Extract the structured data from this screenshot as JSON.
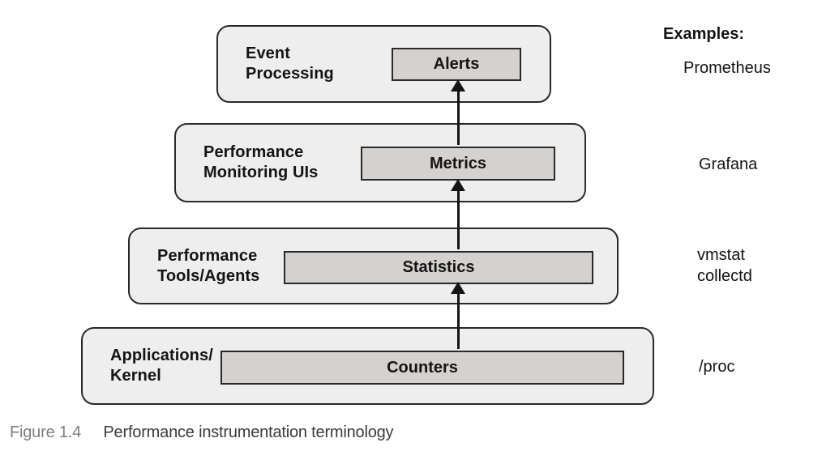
{
  "diagram": {
    "examples_header": "Examples:",
    "layers": [
      {
        "label_lines": [
          "Event",
          "Processing"
        ],
        "box": "Alerts",
        "examples": [
          "Prometheus"
        ]
      },
      {
        "label_lines": [
          "Performance",
          "Monitoring UIs"
        ],
        "box": "Metrics",
        "examples": [
          "Grafana"
        ]
      },
      {
        "label_lines": [
          "Performance",
          "Tools/Agents"
        ],
        "box": "Statistics",
        "examples": [
          "vmstat",
          "collectd"
        ]
      },
      {
        "label_lines": [
          "Applications/",
          "Kernel"
        ],
        "box": "Counters",
        "examples": [
          "/proc"
        ]
      }
    ]
  },
  "caption": {
    "label": "Figure 1.4",
    "text": "Performance instrumentation terminology"
  },
  "colors": {
    "outer_fill": "#efeeee",
    "inner_fill": "#d3d2d1",
    "line": "#2b2927",
    "arrow": "#161412",
    "text": "#151413",
    "caption_label": "#7d7d7f",
    "caption_text": "#3b3b3d",
    "bg": "#ffffff"
  }
}
